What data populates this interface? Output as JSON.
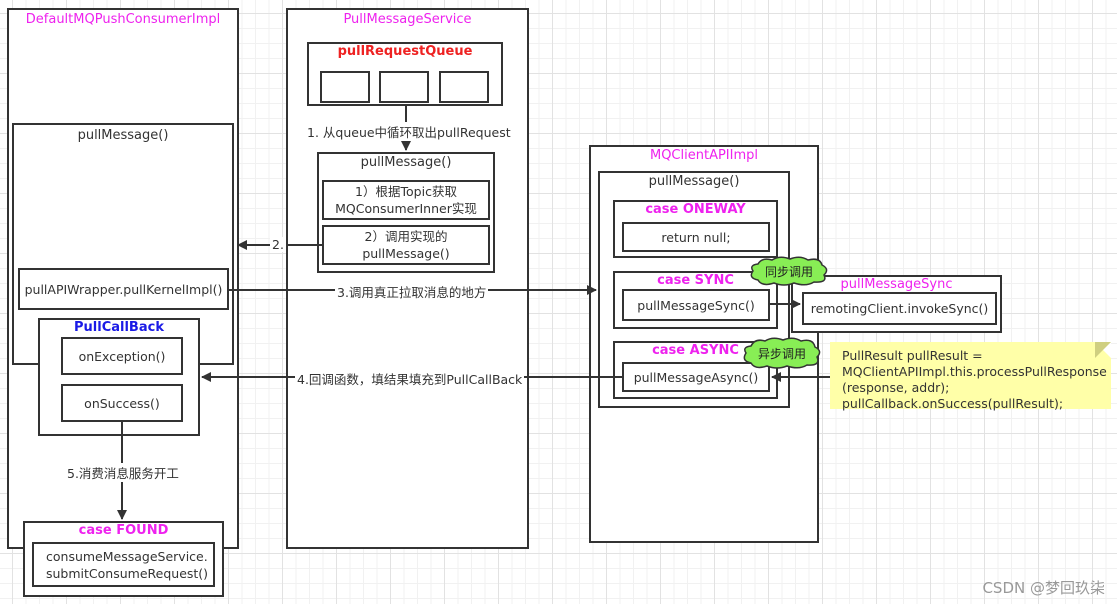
{
  "diagram": {
    "consumer": {
      "title": "DefaultMQPushConsumerImpl",
      "pull_message": {
        "title": "pullMessage()",
        "kernel_call": "pullAPIWrapper.pullKernelImpl()"
      },
      "callback": {
        "title": "PullCallBack",
        "on_exception": "onException()",
        "on_success": "onSuccess()"
      },
      "case_found": {
        "title": "case FOUND",
        "body_line1": "consumeMessageService.",
        "body_line2": "submitConsumeRequest()"
      }
    },
    "service": {
      "title": "PullMessageService",
      "queue": {
        "title": "pullRequestQueue",
        "slots": 3
      },
      "pull_message": {
        "title": "pullMessage()",
        "step1_line1": "1）根据Topic获取",
        "step1_line2": "MQConsumerInner实现",
        "step2_line1": "2）调用实现的",
        "step2_line2": "pullMessage()"
      }
    },
    "client_api": {
      "title": "MQClientAPIImpl",
      "pull_message": {
        "title": "pullMessage()",
        "case_oneway": {
          "title": "case ONEWAY",
          "body": "return null;"
        },
        "case_sync": {
          "title": "case SYNC",
          "body": "pullMessageSync()"
        },
        "case_async": {
          "title": "case ASYNC",
          "body": "pullMessageAsync()"
        }
      }
    },
    "pull_message_sync": {
      "title": "pullMessageSync",
      "body": "remotingClient.invokeSync()"
    },
    "clouds": {
      "sync": "同步调用",
      "async": "异步调用"
    },
    "note": {
      "lines": [
        "PullResult pullResult =",
        "MQClientAPIImpl.this.processPullResponse",
        "(response, addr);",
        "pullCallback.onSuccess(pullResult);"
      ]
    },
    "edges": {
      "step1": "1. 从queue中循环取出pullRequest",
      "step2": "2.",
      "step3": "3.调用真正拉取消息的地方",
      "step4": "4.回调函数，填结果填充到PullCallBack",
      "step5": "5.消费消息服务开工"
    },
    "colors": {
      "container_title": "#ee22ee",
      "queue_title": "#ee2222",
      "callback_title": "#1a1ae6",
      "cloud_fill": "#88ee55",
      "note_fill": "#ffffa8",
      "stroke": "#333333"
    }
  },
  "watermark": "CSDN @梦回玖柒"
}
